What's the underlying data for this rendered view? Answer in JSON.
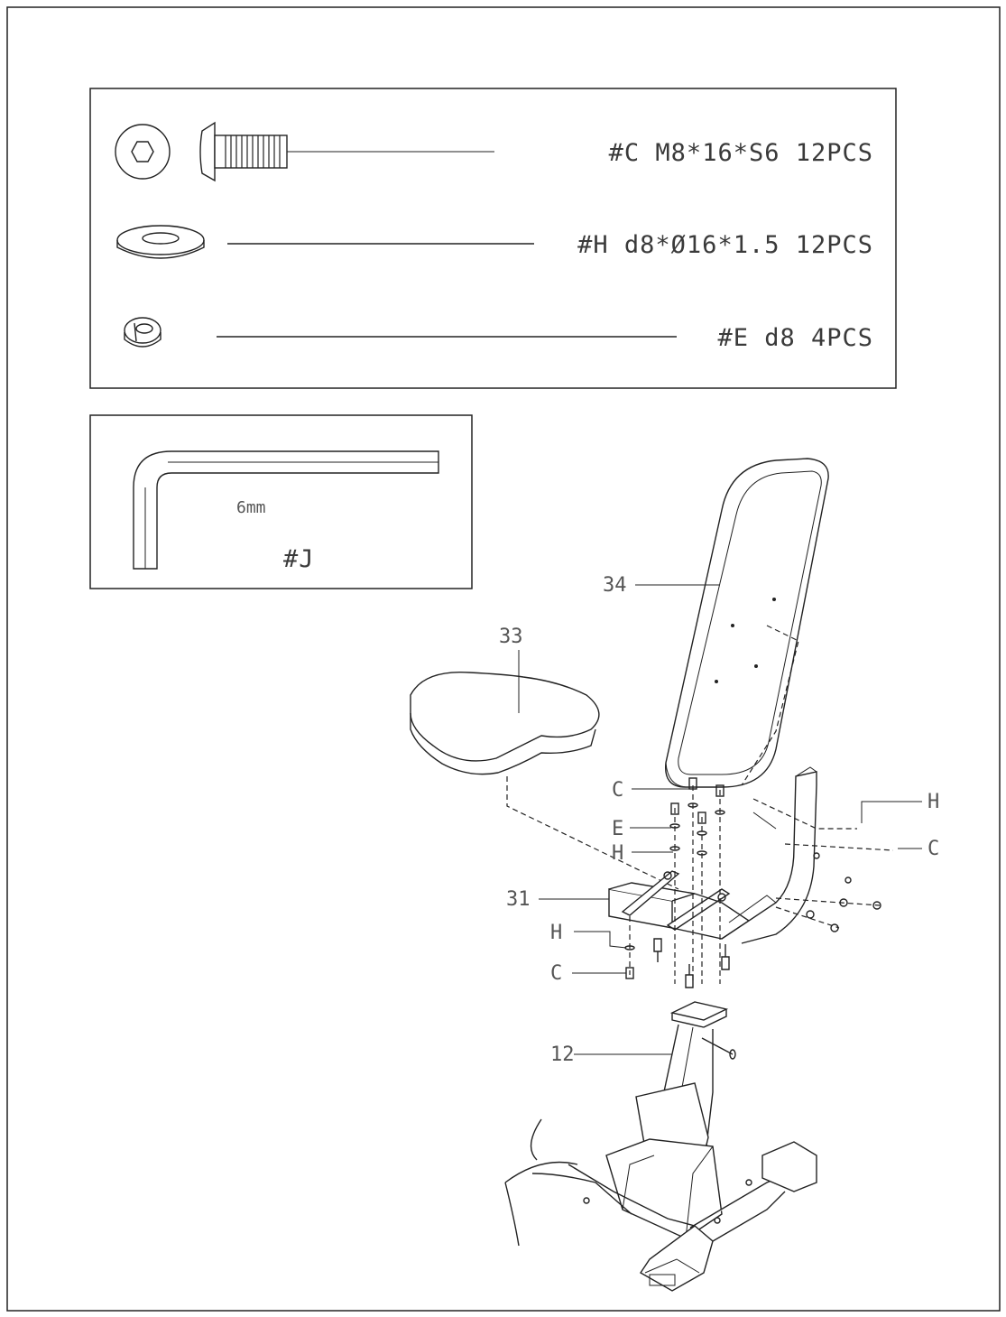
{
  "hardware": [
    {
      "id": "C",
      "label": "#C  M8*16*S6  12PCS",
      "icon": "hex-bolt-icon"
    },
    {
      "id": "H",
      "label": "#H  d8*Ø16*1.5  12PCS",
      "icon": "flat-washer-icon"
    },
    {
      "id": "E",
      "label": "#E  d8  4PCS",
      "icon": "spring-washer-icon"
    }
  ],
  "tool": {
    "id": "J",
    "size": "6mm",
    "label": "#J",
    "icon": "allen-key-icon"
  },
  "parts": {
    "backrest": "34",
    "seat": "33",
    "seat_frame": "31",
    "seat_post": "12"
  },
  "callouts": {
    "c1": "C",
    "e1": "E",
    "h1": "H",
    "h2": "H",
    "c2": "C",
    "h3": "H",
    "c3": "C"
  }
}
